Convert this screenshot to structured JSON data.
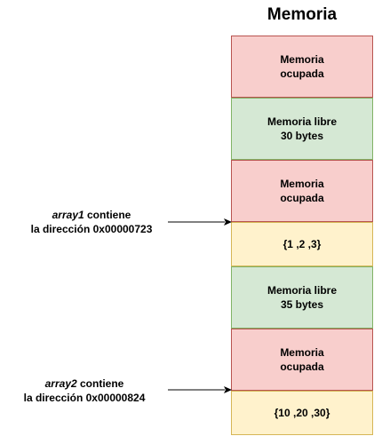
{
  "diagram": {
    "title": "Memoria",
    "colors": {
      "occupied_fill": "#f8cecc",
      "occupied_border": "#b85450",
      "free_fill": "#d5e8d4",
      "free_border": "#82b366",
      "data_fill": "#fff2cc",
      "data_border": "#d6b656"
    },
    "blocks": [
      {
        "kind": "occupied",
        "line1": "Memoria",
        "line2": "ocupada"
      },
      {
        "kind": "free",
        "line1": "Memoria libre",
        "line2": "30 bytes"
      },
      {
        "kind": "occupied",
        "line1": "Memoria",
        "line2": "ocupada"
      },
      {
        "kind": "data",
        "line1": "{1 ,2 ,3}"
      },
      {
        "kind": "free",
        "line1": "Memoria libre",
        "line2": "35 bytes"
      },
      {
        "kind": "occupied",
        "line1": "Memoria",
        "line2": "ocupada"
      },
      {
        "kind": "data",
        "line1": "{10 ,20 ,30}"
      }
    ],
    "pointers": [
      {
        "var": "array1",
        "rest": " contiene",
        "line2": "la dirección 0x00000723"
      },
      {
        "var": "array2",
        "rest": " contiene",
        "line2": "la dirección 0x00000824"
      }
    ]
  }
}
